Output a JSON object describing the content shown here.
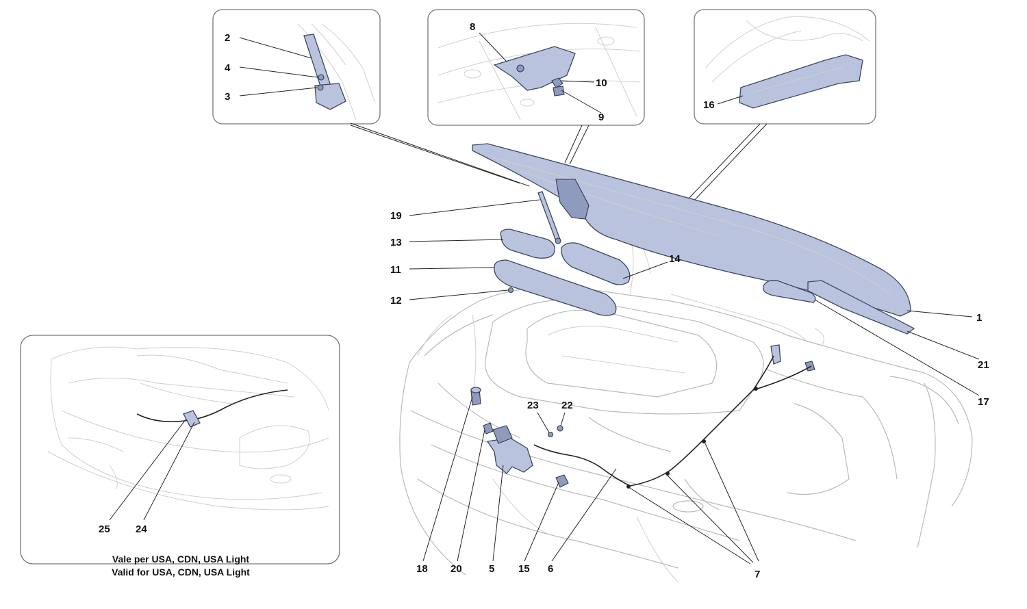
{
  "callouts": [
    "1",
    "2",
    "3",
    "4",
    "5",
    "6",
    "7",
    "8",
    "9",
    "10",
    "11",
    "12",
    "13",
    "14",
    "15",
    "16",
    "17",
    "18",
    "19",
    "20",
    "21",
    "22",
    "23",
    "24",
    "25"
  ],
  "note": {
    "line1": "Vale per USA, CDN, USA Light",
    "line2": "Valid for USA, CDN, USA Light"
  },
  "colors": {
    "part_fill": "#b9c3dd",
    "part_stroke": "#3b4660",
    "outline": "#b9b9b9"
  }
}
